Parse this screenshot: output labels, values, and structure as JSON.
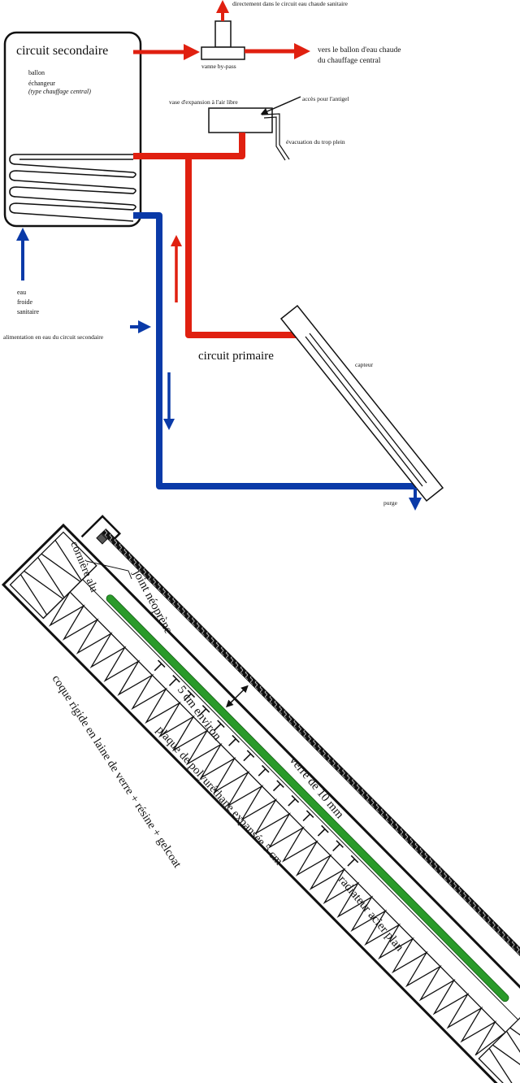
{
  "colors": {
    "hot_pipe": "#e02010",
    "cold_pipe": "#0a3aa8",
    "radiator": "#2a9a2a",
    "outline": "#111111",
    "background": "#ffffff"
  },
  "circuit_diagram": {
    "tank": {
      "title": "circuit secondaire",
      "lines": [
        "ballon",
        "échangeur"
      ],
      "note": "(type chauffage central)"
    },
    "bypass_valve": {
      "label": "vanne by-pass"
    },
    "top_outlet": {
      "label": "directement dans le circuit eau chaude sanitaire"
    },
    "right_outlet": {
      "lines": [
        "vers le ballon d'eau chaude",
        "du chauffage central"
      ]
    },
    "expansion_vessel": {
      "label": "vase d'expansion à l'air libre"
    },
    "antifreeze": {
      "label": "accès pour l'antigel"
    },
    "overflow": {
      "label": "évacuation du trop plein"
    },
    "cold_water": {
      "lines": [
        "eau",
        "froide",
        "sanitaire"
      ]
    },
    "supply": {
      "label": "alimentation en eau du circuit secondaire"
    },
    "primary": {
      "label": "circuit primaire"
    },
    "collector": {
      "label": "capteur"
    },
    "purge": {
      "label": "purge"
    }
  },
  "cross_section": {
    "labels": {
      "corner": "cornière alu",
      "seal": "joint néoprène",
      "gap": "5 cm environ",
      "glass": "verre de 10 mm",
      "foam": "plaque de polyuréthane expansée 5 cm",
      "shell": "coque rigide en laine de verre + résine + gelcoat",
      "radiator": "radiateur acier plan"
    }
  }
}
